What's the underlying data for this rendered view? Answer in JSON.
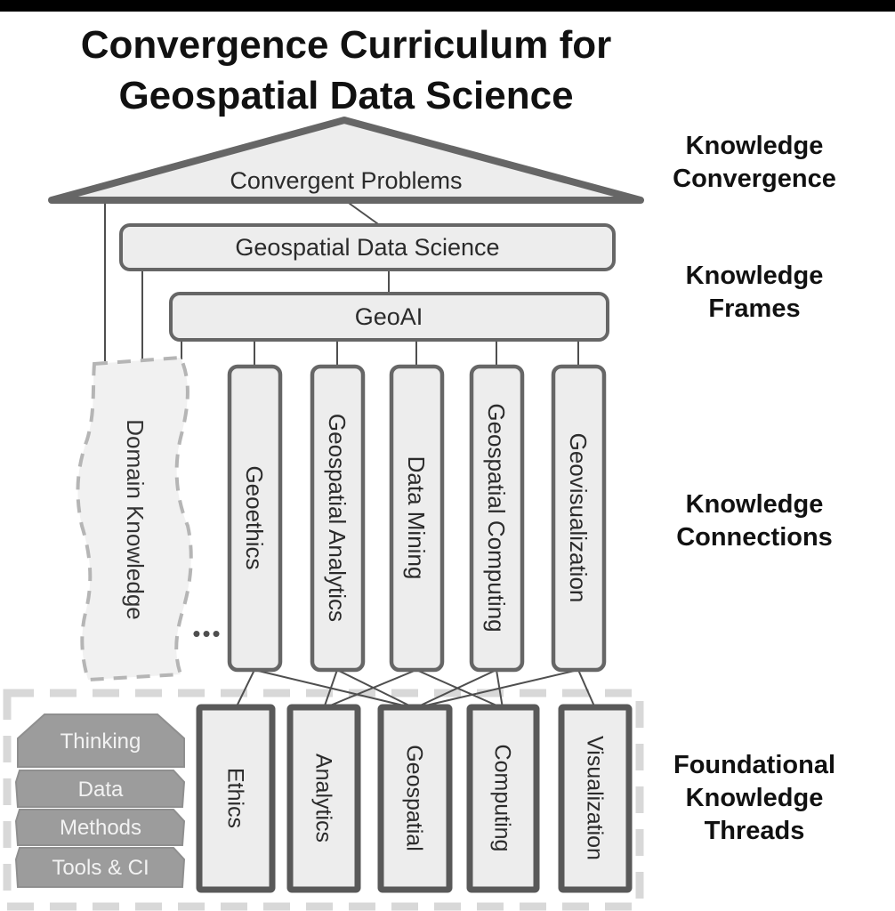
{
  "title": "Convergence Curriculum for\nGeospatial Data Science",
  "stage_labels": {
    "convergence": "Knowledge\nConvergence",
    "frames": "Knowledge\nFrames",
    "connections": "Knowledge\nConnections",
    "threads": "Foundational\nKnowledge\nThreads"
  },
  "roof": {
    "label": "Convergent Problems"
  },
  "frames": {
    "gds": "Geospatial Data Science",
    "geoai": "GeoAI"
  },
  "domain": {
    "label": "Domain Knowledge",
    "ellipsis": "•••"
  },
  "pillars": [
    "Geoethics",
    "Geospatial Analytics",
    "Data Mining",
    "Geospatial Computing",
    "Geovisualization"
  ],
  "threads": [
    "Ethics",
    "Analytics",
    "Geospatial",
    "Computing",
    "Visualization"
  ],
  "thread_types": [
    "Thinking",
    "Data",
    "Methods",
    "Tools & CI"
  ],
  "connections": [
    {
      "from": "Convergent Problems",
      "to": [
        "Geospatial Data Science",
        "Domain Knowledge"
      ]
    },
    {
      "from": "Geospatial Data Science",
      "to": [
        "GeoAI",
        "Domain Knowledge"
      ]
    },
    {
      "from": "GeoAI",
      "to": [
        "Domain Knowledge",
        "Geoethics",
        "Geospatial Analytics",
        "Data Mining",
        "Geospatial Computing",
        "Geovisualization"
      ]
    },
    {
      "from": "Geoethics",
      "to": [
        "Ethics",
        "Geospatial"
      ]
    },
    {
      "from": "Geospatial Analytics",
      "to": [
        "Analytics",
        "Geospatial"
      ]
    },
    {
      "from": "Data Mining",
      "to": [
        "Analytics",
        "Computing"
      ]
    },
    {
      "from": "Geospatial Computing",
      "to": [
        "Geospatial",
        "Computing"
      ]
    },
    {
      "from": "Geovisualization",
      "to": [
        "Geospatial",
        "Visualization"
      ]
    }
  ],
  "colors": {
    "box_fill": "#ededed",
    "box_stroke": "#666666",
    "line": "#4f4f4f",
    "banner_fill": "#9c9c9c",
    "banner_text": "#f2f2f2",
    "foundation_dash": "#d8d8d8",
    "domain_dash": "#b5b5b5",
    "text": "#111111",
    "topbar": "#000000"
  }
}
